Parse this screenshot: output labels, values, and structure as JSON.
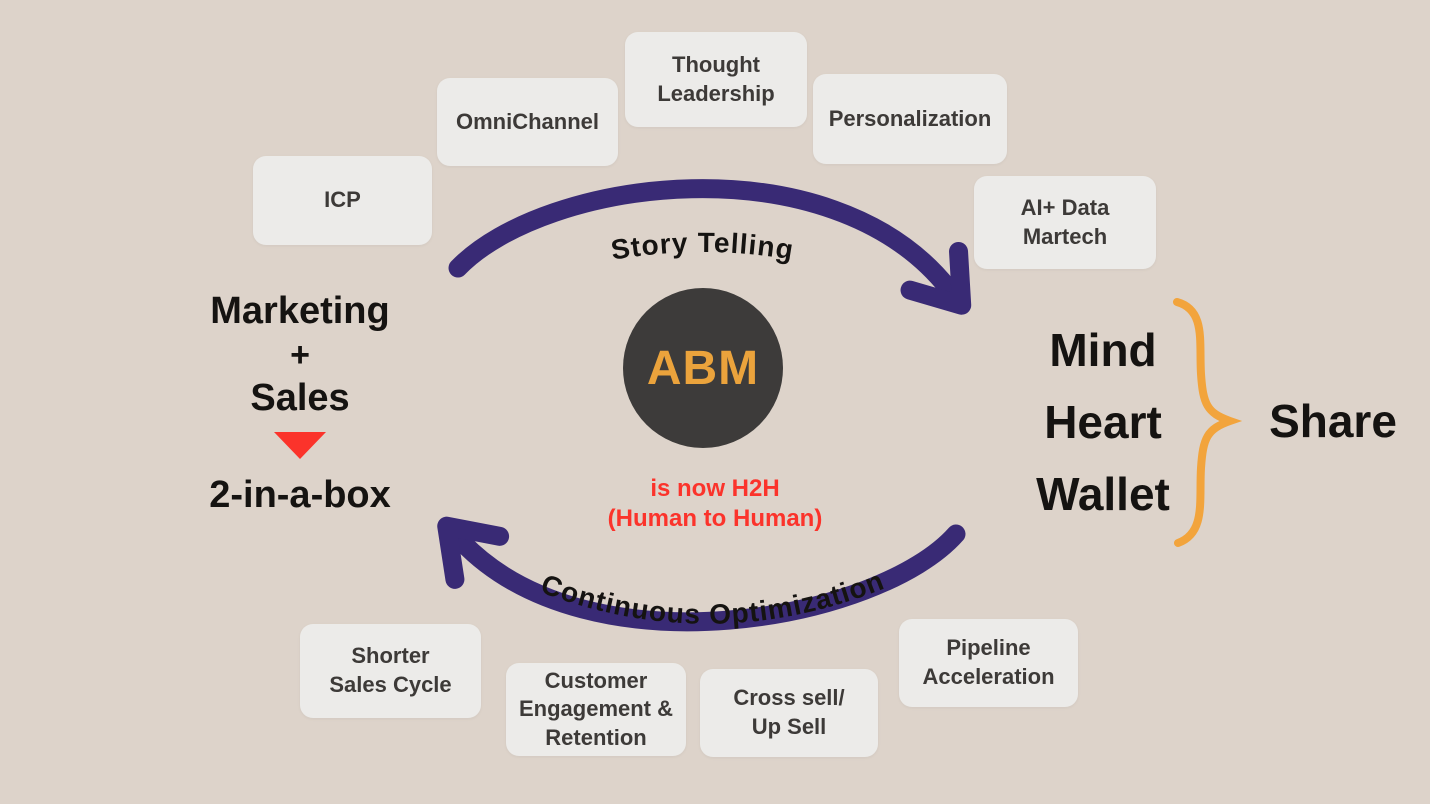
{
  "background_color": "#ddd3ca",
  "center": {
    "circle_label": "ABM",
    "circle_color": "#3d3b3a",
    "circle_label_color": "#eba33c",
    "subtitle_line1": "is now H2H",
    "subtitle_line2": "(Human to Human)",
    "subtitle_color": "#fb332b"
  },
  "arcs": {
    "color": "#392a75",
    "top_label": "Story Telling",
    "bottom_label": "Continuous Optimization"
  },
  "left_group": {
    "line1": "Marketing",
    "line2": "+",
    "line3": "Sales",
    "line4": "2-in-a-box",
    "triangle_color": "#fb332b"
  },
  "right_group": {
    "item1": "Mind",
    "item2": "Heart",
    "item3": "Wallet",
    "brace_color": "#f2a43c",
    "result_label": "Share"
  },
  "top_cards": [
    {
      "label": "ICP"
    },
    {
      "label": "OmniChannel"
    },
    {
      "label": "Thought\nLeadership"
    },
    {
      "label": "Personalization"
    },
    {
      "label": "AI+ Data\nMartech"
    }
  ],
  "bottom_cards": [
    {
      "label": "Shorter\nSales Cycle"
    },
    {
      "label": "Customer\nEngagement &\nRetention"
    },
    {
      "label": "Cross sell/\nUp Sell"
    },
    {
      "label": "Pipeline\nAcceleration"
    }
  ]
}
